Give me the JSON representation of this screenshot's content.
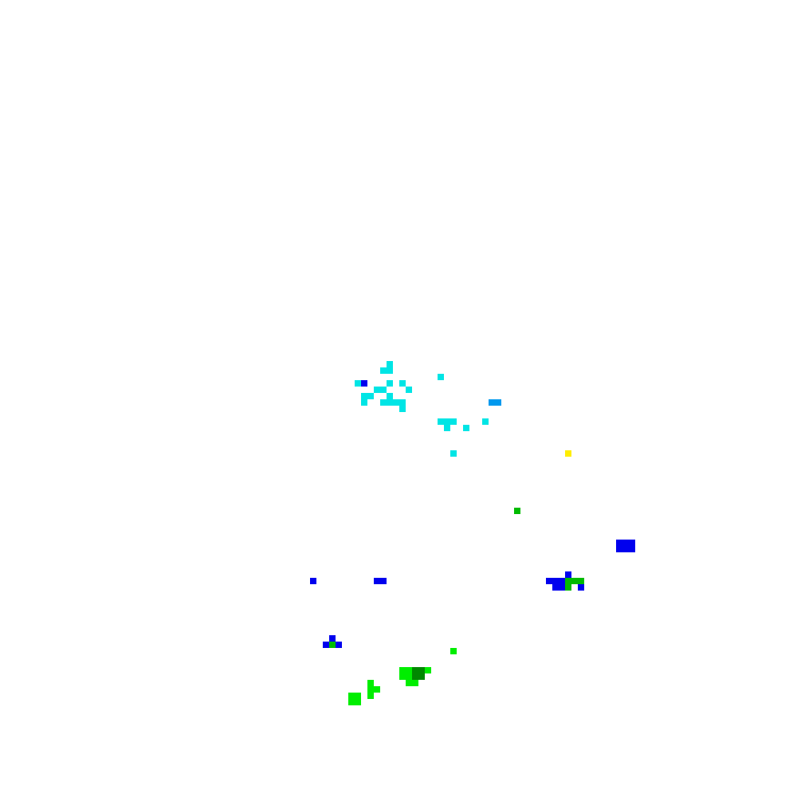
{
  "map": {
    "background": "#ffffff",
    "legend_visible": false,
    "palette": {
      "cyan": "#00e5e5",
      "sky": "#0099ee",
      "blue": "#0000ee",
      "green": "#00bb00",
      "lime": "#00ee00",
      "dark_green": "#008800",
      "yellow": "#ffee00"
    },
    "cell_groups": [
      {
        "name": "cyan-cluster-upper",
        "color": "cyan",
        "cells": [
          [
            61,
            57
          ],
          [
            60,
            58
          ],
          [
            61,
            58
          ],
          [
            56,
            60
          ],
          [
            61,
            60
          ],
          [
            63,
            60
          ],
          [
            59,
            61
          ],
          [
            60,
            61
          ],
          [
            64,
            61
          ],
          [
            57,
            62
          ],
          [
            58,
            62
          ],
          [
            61,
            62
          ],
          [
            57,
            63
          ],
          [
            60,
            63
          ],
          [
            61,
            63
          ],
          [
            62,
            63
          ],
          [
            63,
            63
          ],
          [
            63,
            64
          ],
          [
            69,
            59
          ]
        ]
      },
      {
        "name": "blue-point-upper",
        "color": "blue",
        "cells": [
          [
            57,
            60
          ]
        ]
      },
      {
        "name": "sky-patch",
        "color": "sky",
        "cells": [
          [
            77,
            63
          ],
          [
            78,
            63
          ]
        ]
      },
      {
        "name": "cyan-cluster-lower",
        "color": "cyan",
        "cells": [
          [
            69,
            66
          ],
          [
            70,
            66
          ],
          [
            71,
            66
          ],
          [
            70,
            67
          ],
          [
            73,
            67
          ],
          [
            76,
            66
          ],
          [
            71,
            71
          ]
        ]
      },
      {
        "name": "yellow-point",
        "color": "yellow",
        "cells": [
          [
            89,
            71
          ]
        ]
      },
      {
        "name": "green-point-middle",
        "color": "green",
        "cells": [
          [
            81,
            80
          ]
        ]
      },
      {
        "name": "blue-cluster-east",
        "color": "blue",
        "cells": [
          [
            99,
            85
          ],
          [
            97,
            85
          ],
          [
            98,
            85
          ],
          [
            97,
            86
          ],
          [
            98,
            86
          ],
          [
            99,
            86
          ]
        ]
      },
      {
        "name": "blue-points-west",
        "color": "blue",
        "cells": [
          [
            49,
            91
          ],
          [
            59,
            91
          ],
          [
            60,
            91
          ]
        ]
      },
      {
        "name": "blue-cluster-southeast",
        "color": "blue",
        "cells": [
          [
            89,
            90
          ],
          [
            86,
            91
          ],
          [
            87,
            91
          ],
          [
            88,
            91
          ],
          [
            87,
            92
          ],
          [
            88,
            92
          ],
          [
            91,
            92
          ]
        ]
      },
      {
        "name": "green-cluster-southeast",
        "color": "green",
        "cells": [
          [
            89,
            91
          ],
          [
            90,
            91
          ],
          [
            91,
            91
          ],
          [
            89,
            92
          ]
        ]
      },
      {
        "name": "blue-cluster-southwest",
        "color": "blue",
        "cells": [
          [
            52,
            100
          ],
          [
            51,
            101
          ],
          [
            53,
            101
          ]
        ]
      },
      {
        "name": "green-point-southwest",
        "color": "green",
        "cells": [
          [
            52,
            101
          ]
        ]
      },
      {
        "name": "green-point-south",
        "color": "lime",
        "cells": [
          [
            71,
            102
          ]
        ]
      },
      {
        "name": "lime-cluster-south",
        "color": "lime",
        "cells": [
          [
            63,
            105
          ],
          [
            64,
            105
          ],
          [
            63,
            106
          ],
          [
            64,
            106
          ],
          [
            67,
            105
          ],
          [
            64,
            107
          ],
          [
            65,
            107
          ],
          [
            58,
            107
          ],
          [
            58,
            108
          ],
          [
            59,
            108
          ],
          [
            58,
            109
          ],
          [
            55,
            109
          ],
          [
            56,
            109
          ],
          [
            55,
            110
          ],
          [
            56,
            110
          ]
        ]
      },
      {
        "name": "dark-green-patch",
        "color": "dark_green",
        "cells": [
          [
            65,
            105
          ],
          [
            66,
            105
          ],
          [
            65,
            106
          ],
          [
            66,
            106
          ]
        ]
      }
    ]
  }
}
